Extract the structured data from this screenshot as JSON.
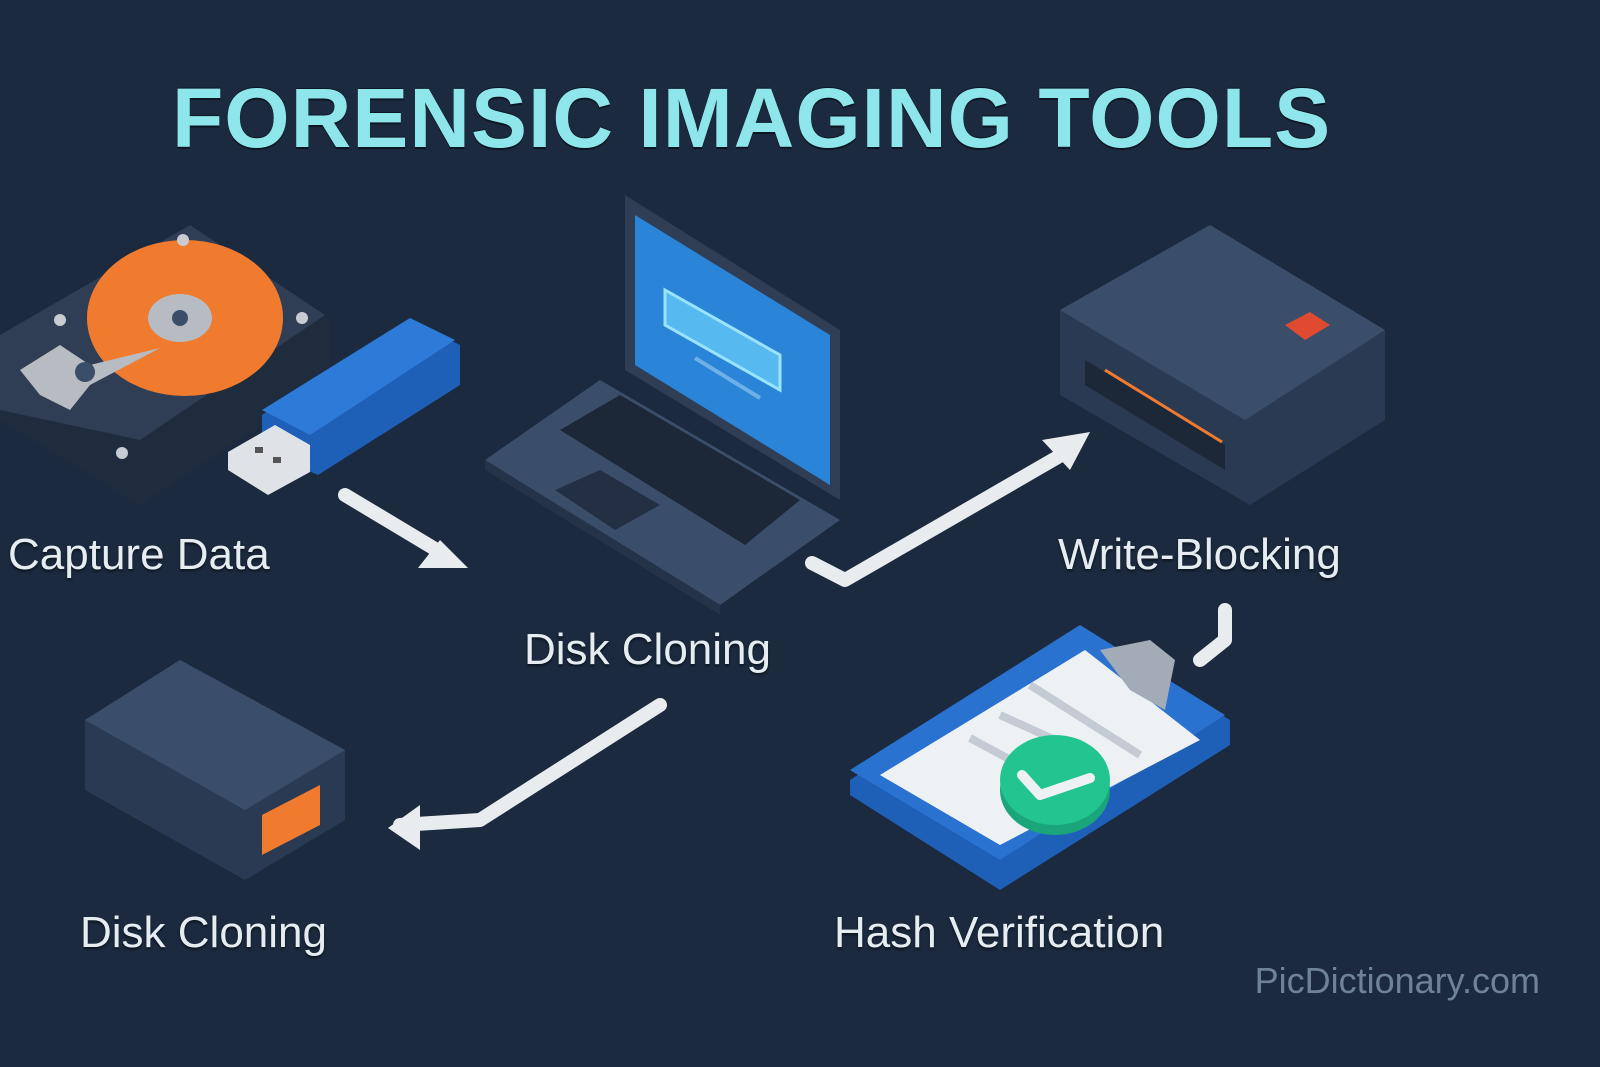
{
  "title": "FORENSIC IMAGING TOOLS",
  "steps": [
    {
      "label": "Capture Data",
      "icon": "hard-drive-and-usb-icon"
    },
    {
      "label": "Disk Cloning",
      "icon": "laptop-icon"
    },
    {
      "label": "Write-Blocking",
      "icon": "write-blocker-device-icon"
    },
    {
      "label": "Hash Verification",
      "icon": "clipboard-check-icon"
    },
    {
      "label": "Disk Cloning",
      "icon": "external-drive-icon"
    }
  ],
  "watermark": "PicDictionary.com",
  "colors": {
    "background": "#1b2a3e",
    "title": "#8fe6ea",
    "label": "#e6edf2",
    "arrow": "#e8ecef",
    "device": "#3a4e6a",
    "accent_orange": "#f07a2e",
    "accent_blue": "#2a72d0",
    "accent_green": "#22c48f",
    "accent_red": "#e04a30"
  }
}
